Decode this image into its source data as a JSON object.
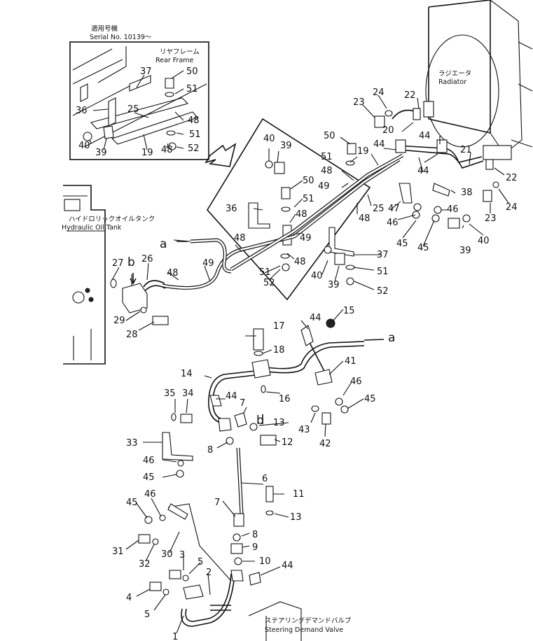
{
  "notes": {
    "serial_jp": "適用号機",
    "serial_no": "Serial No. 10139～",
    "rear_frame_jp": "リヤフレーム",
    "rear_frame_en": "Rear Frame",
    "radiator_jp": "ラジエータ",
    "radiator_en": "Radiator",
    "hyd_tank_jp": "ハイドロリックオイルタンク",
    "hyd_tank_en": "Hydraulic Oil Tank",
    "steer_jp": "ステアリングデマンドバルブ",
    "steer_en": "Steering Demand Valve"
  },
  "callouts": {
    "a": "a",
    "b": "b",
    "p1": "1",
    "p2": "2",
    "p3": "3",
    "p4": "4",
    "p5": "5",
    "p6": "6",
    "p7": "7",
    "p8": "8",
    "p9": "9",
    "p10": "10",
    "p11": "11",
    "p12": "12",
    "p13": "13",
    "p14": "14",
    "p15": "15",
    "p16": "16",
    "p17": "17",
    "p18": "18",
    "p19": "19",
    "p20": "20",
    "p21": "21",
    "p22": "22",
    "p23": "23",
    "p24": "24",
    "p25": "25",
    "p26": "26",
    "p27": "27",
    "p28": "28",
    "p29": "29",
    "p30": "30",
    "p31": "31",
    "p32": "32",
    "p33": "33",
    "p34": "34",
    "p35": "35",
    "p36": "36",
    "p37": "37",
    "p38": "38",
    "p39": "39",
    "p40": "40",
    "p41": "41",
    "p42": "42",
    "p43": "43",
    "p44": "44",
    "p45": "45",
    "p46": "46",
    "p47": "47",
    "p48": "48",
    "p49": "49",
    "p50": "50",
    "p51": "51",
    "p52": "52"
  }
}
